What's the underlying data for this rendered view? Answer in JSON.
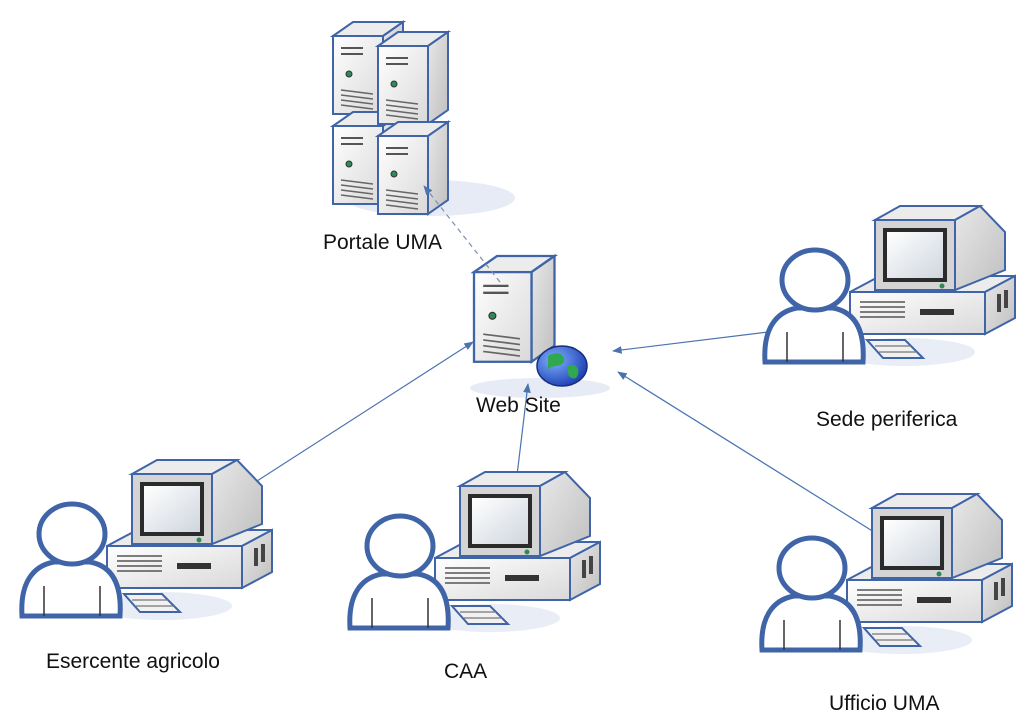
{
  "nodes": {
    "portal": {
      "label": "Portale UMA"
    },
    "website": {
      "label": "Web Site"
    },
    "sede": {
      "label": "Sede periferica"
    },
    "esercente": {
      "label": "Esercente agricolo"
    },
    "caa": {
      "label": "CAA"
    },
    "ufficio": {
      "label": "Ufficio UMA"
    }
  },
  "connections": [
    {
      "from": "website",
      "to": "portal",
      "style": "dashed"
    },
    {
      "from": "esercente",
      "to": "website",
      "style": "solid"
    },
    {
      "from": "caa",
      "to": "website",
      "style": "solid"
    },
    {
      "from": "sede",
      "to": "website",
      "style": "solid"
    },
    {
      "from": "ufficio",
      "to": "website",
      "style": "solid"
    }
  ],
  "colors": {
    "outline": "#3f64a8",
    "connector": "#4a73b0",
    "body": "#f2f2f2",
    "screen": "#2b2b2b"
  }
}
